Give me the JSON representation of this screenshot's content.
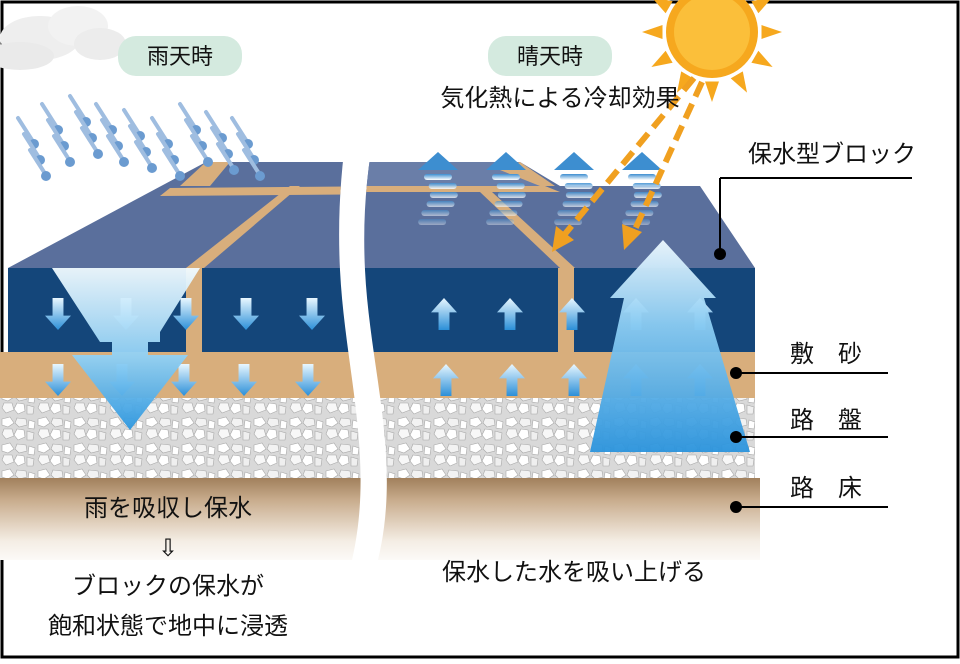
{
  "rainy": {
    "badge": "雨天時",
    "caption_line1": "雨を吸収し保水",
    "caption_arrow": "⇩",
    "caption_line2": "ブロックの保水が",
    "caption_line3": "飽和状態で地中に浸透"
  },
  "sunny": {
    "badge": "晴天時",
    "cooling_label": "気化熱による冷却効果",
    "caption": "保水した水を吸い上げる"
  },
  "layers": {
    "block": "保水型ブロック",
    "sand": "敷　砂",
    "roadbed": "路　盤",
    "subgrade": "路　床"
  },
  "colors": {
    "block_top": "#5a6f9c",
    "block_side": "#14467a",
    "sand": "#d8ae7c",
    "gravel_bg": "#e6e6e6",
    "soil_top": "#a88560",
    "water": "#4aa8e8",
    "badge_bg": "#d4eadf",
    "sun": "#f6a81e",
    "heat_arrow": "#f0a020"
  }
}
